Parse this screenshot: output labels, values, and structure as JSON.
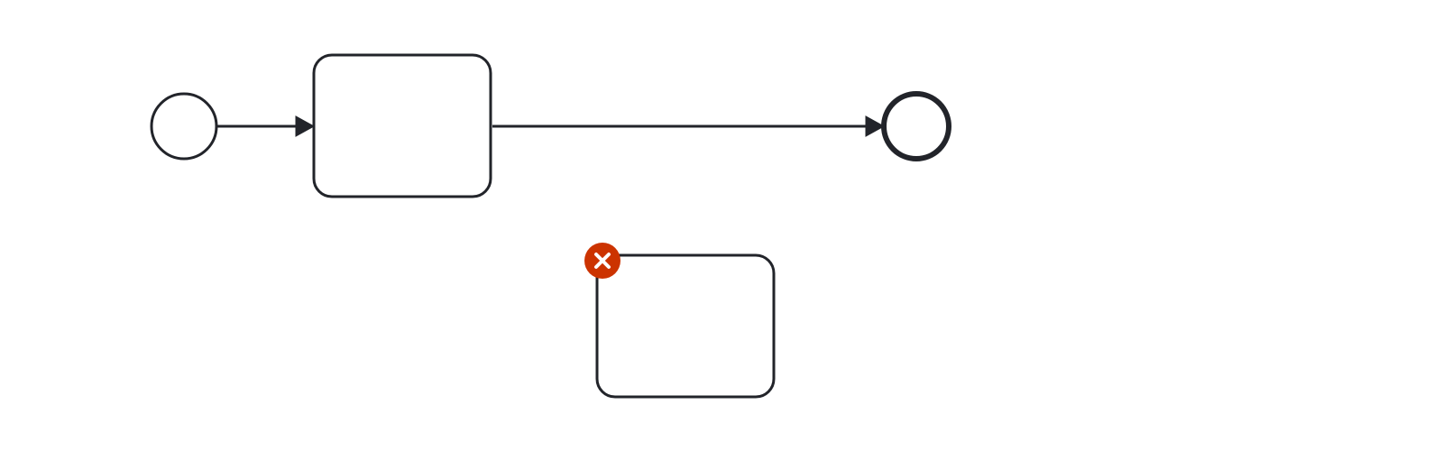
{
  "diagram": {
    "notation": "BPMN",
    "colors": {
      "stroke": "#22242a",
      "background": "#ffffff",
      "error_marker": "#cc3300",
      "error_glyph": "#ffffff"
    },
    "elements": [
      {
        "id": "start-event",
        "kind": "start-event",
        "label": ""
      },
      {
        "id": "task-1",
        "kind": "task",
        "label": ""
      },
      {
        "id": "end-event",
        "kind": "end-event",
        "label": ""
      },
      {
        "id": "task-2",
        "kind": "task",
        "label": "",
        "marker": "error-icon"
      }
    ],
    "flows": [
      {
        "from": "start-event",
        "to": "task-1"
      },
      {
        "from": "task-1",
        "to": "end-event"
      }
    ]
  }
}
